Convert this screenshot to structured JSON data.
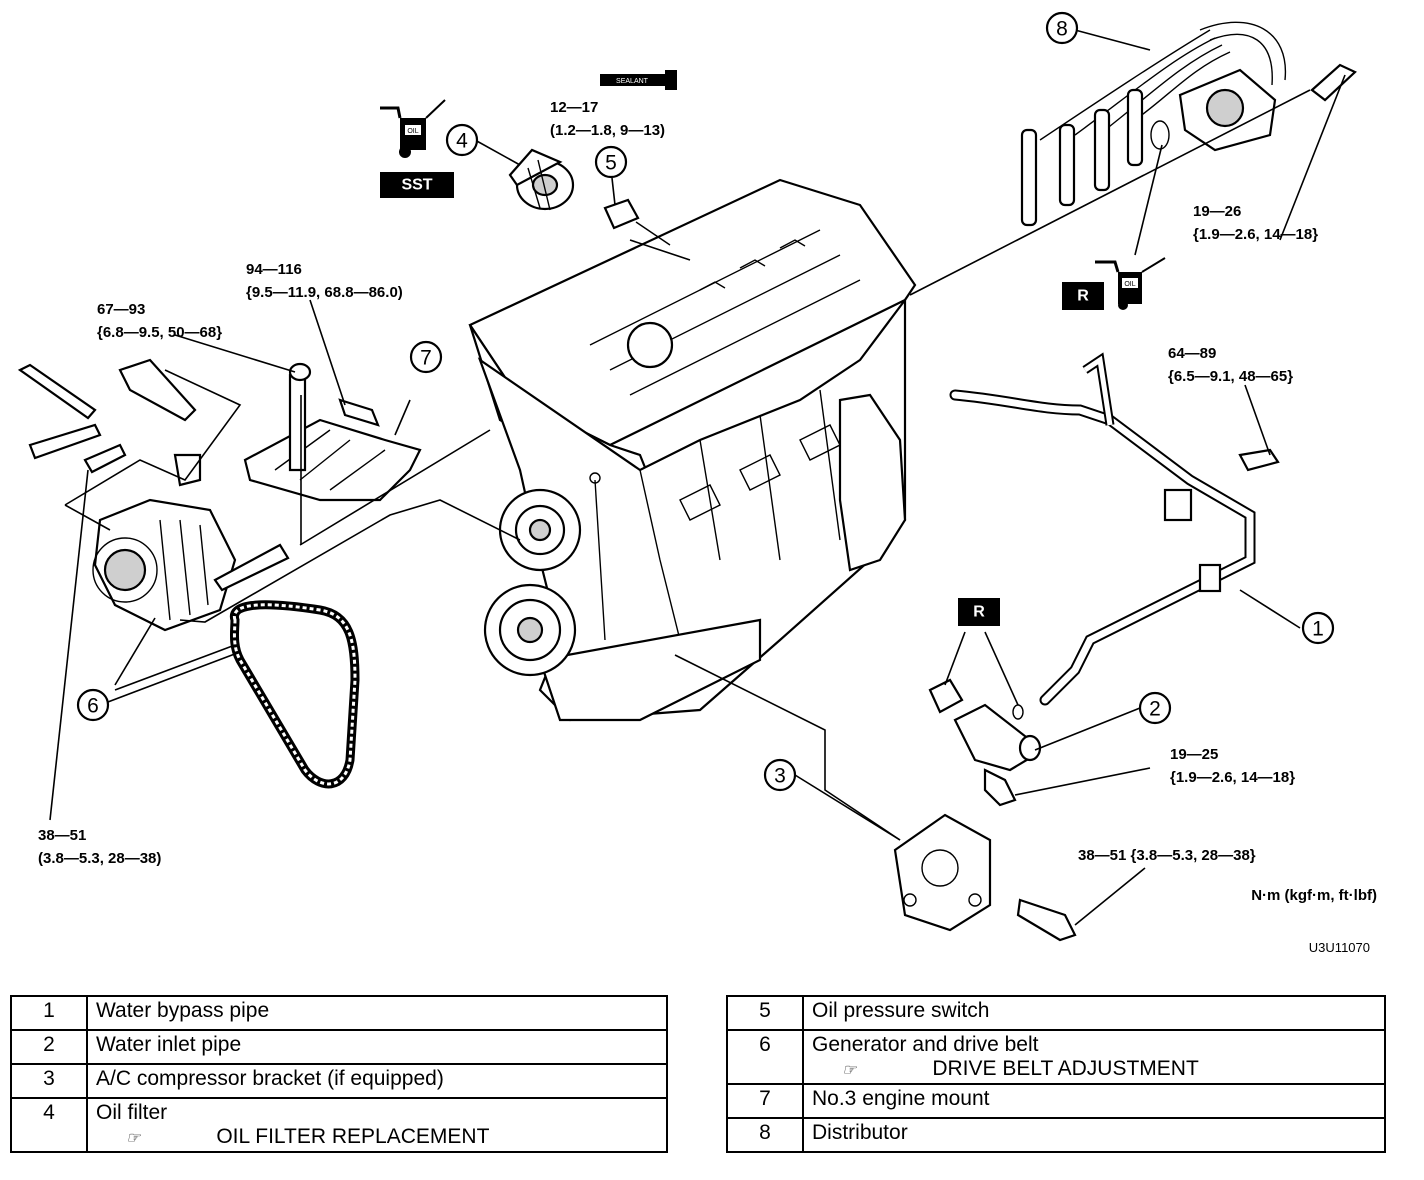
{
  "figure_id": "U3U11070",
  "units_note": "N·m (kgf·m, ft·lbf)",
  "badges": {
    "sst": "SST",
    "r": "R",
    "oil": "OIL",
    "sealant": "SEALANT"
  },
  "torques": {
    "t5": [
      "12—17",
      "(1.2—1.8, 9—13)"
    ],
    "t7": [
      "94—116",
      "{9.5—11.9, 68.8—86.0)"
    ],
    "t6a": [
      "67—93",
      "{6.8—9.5, 50—68}"
    ],
    "t6b": [
      "38—51",
      "(3.8—5.3, 28—38)"
    ],
    "t8": [
      "19—26",
      "{1.9—2.6, 14—18}"
    ],
    "t1": [
      "64—89",
      "{6.5—9.1, 48—65}"
    ],
    "t2": [
      "19—25",
      "{1.9—2.6, 14—18}"
    ],
    "t3": "38—51 {3.8—5.3, 28—38}"
  },
  "callouts": [
    "1",
    "2",
    "3",
    "4",
    "5",
    "6",
    "7",
    "8"
  ],
  "legend_left": [
    {
      "num": "1",
      "name": "Water bypass pipe"
    },
    {
      "num": "2",
      "name": "Water inlet pipe"
    },
    {
      "num": "3",
      "name": "A/C compressor bracket (if equipped)"
    },
    {
      "num": "4",
      "name": "Oil filter",
      "ref_icon": "book-ref",
      "ref": "OIL FILTER REPLACEMENT"
    }
  ],
  "legend_right": [
    {
      "num": "5",
      "name": "Oil pressure switch"
    },
    {
      "num": "6",
      "name": "Generator and drive belt",
      "ref_icon": "book-ref",
      "ref": "DRIVE BELT ADJUSTMENT"
    },
    {
      "num": "7",
      "name": "No.3 engine mount"
    },
    {
      "num": "8",
      "name": "Distributor"
    }
  ],
  "ref_mark": "☞"
}
